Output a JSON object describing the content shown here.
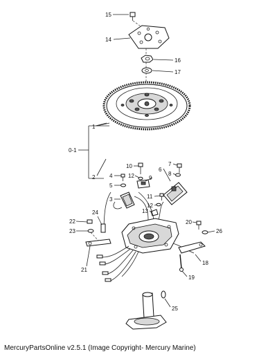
{
  "caption": "MercuryPartsOnline v2.5.1 (Image Copyright- Mercury Marine)",
  "callouts": {
    "c1": "1",
    "c2": "2",
    "c3": "3",
    "c4": "4",
    "c5": "5",
    "c6": "6",
    "c7": "7",
    "c8": "8",
    "c9": "9",
    "c10": "10",
    "c11": "11",
    "c12a": "12",
    "c12b": "12",
    "c13": "13",
    "c14": "14",
    "c15": "15",
    "c16": "16",
    "c17": "17",
    "c18": "18",
    "c19": "19",
    "c20": "20",
    "c21": "21",
    "c22": "22",
    "c23": "23",
    "c24": "24",
    "c25": "25",
    "c26": "26",
    "c01": "0-1"
  }
}
